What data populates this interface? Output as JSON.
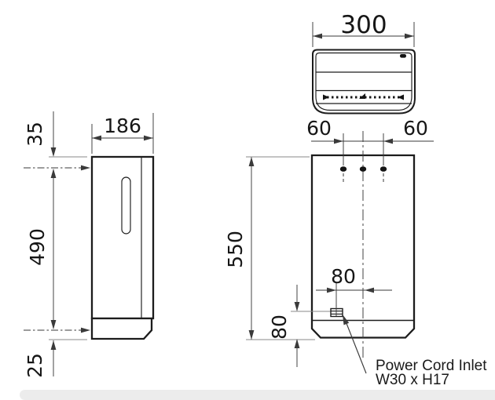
{
  "drawing": {
    "side_view": {
      "width_label": "186",
      "top_offset_label": "35",
      "mount_span_label": "490",
      "bottom_offset_label": "25"
    },
    "top_view": {
      "width_label": "300"
    },
    "front_view": {
      "height_label": "550",
      "hole_left_label": "60",
      "hole_right_label": "60",
      "inlet_horizontal_label": "80",
      "inlet_vertical_label": "80"
    },
    "annotation": {
      "line1": "Power Cord Inlet",
      "line2": "W30 x H17"
    }
  },
  "colors": {
    "outline": "#1c1c1c",
    "dimension": "#3a3a3a",
    "background": "#ffffff",
    "scrollbar_track": "#ececec"
  }
}
